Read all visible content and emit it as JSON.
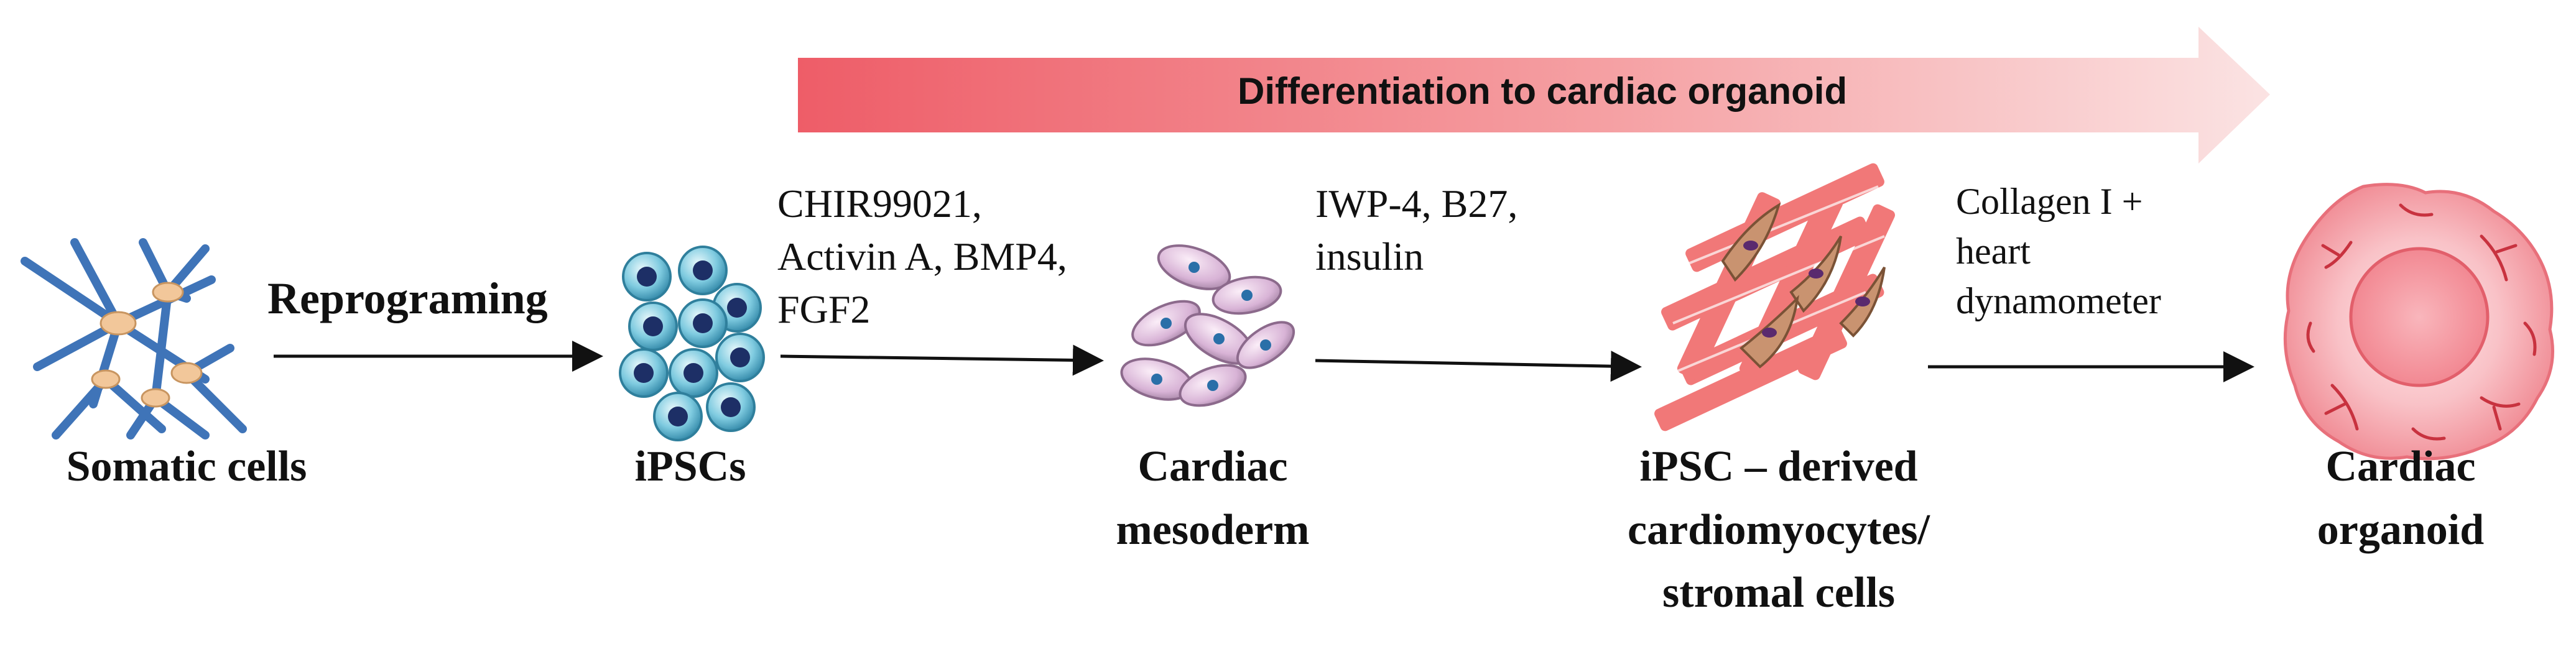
{
  "banner": {
    "label": "Differentiation to cardiac organoid"
  },
  "steps": [
    {
      "label": "Somatic cells"
    },
    {
      "label": "iPSCs"
    },
    {
      "label": "Cardiac\nmesoderm"
    },
    {
      "label": "iPSC – derived\ncardiomyocytes/\nstromal cells"
    },
    {
      "label": "Cardiac\norganoid"
    }
  ],
  "transitions": [
    {
      "label": "Reprograming"
    },
    {
      "label": "CHIR99021,\nActivin A, BMP4,\nFGF2"
    },
    {
      "label": "IWP-4, B27,\ninsulin"
    },
    {
      "label": "Collagen I +\nheart\ndynamometer"
    }
  ],
  "colors": {
    "banner_start": "#ee5d68",
    "banner_end": "#fbe3e3",
    "somatic": "#4a7fc1",
    "ipsc": "#6ec3d6",
    "mesoderm": "#d8b3d6",
    "cardiomyocyte": "#ee5555",
    "organoid": "#f7a8b0"
  },
  "icons": [
    "somatic-cells-icon",
    "ipsc-cluster-icon",
    "mesoderm-cells-icon",
    "cardiomyocytes-icon",
    "organoid-icon"
  ]
}
